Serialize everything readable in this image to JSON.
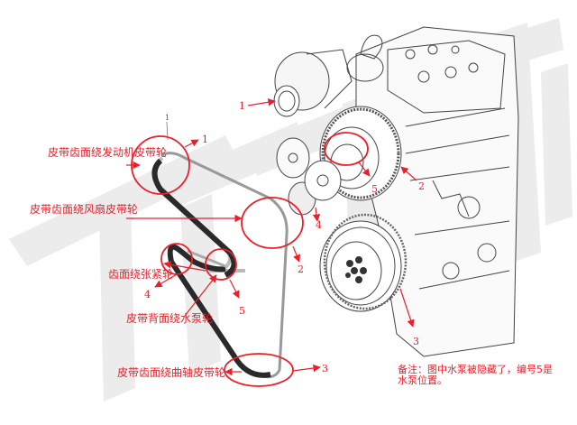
{
  "diagram": {
    "type": "engine-belt-routing",
    "colors": {
      "annotation": "#e8202a",
      "belt_dark": "#2a2a2a",
      "watermark": "#e9e9e9",
      "line_art": "#333333"
    },
    "belt_labels": {
      "alternator": "皮带齿面绕发动机皮带轮",
      "fan": "皮带齿面绕风扇皮带轮",
      "tensioner": "齿面绕张紧轮",
      "water_pump": "皮带背面绕水泵轮",
      "crankshaft": "皮带齿面绕曲轴皮带轮"
    },
    "belt_numbers": {
      "n1_top": "1",
      "n1": "1",
      "n2": "2",
      "n3": "3",
      "n4": "4",
      "n5": "5"
    },
    "engine_numbers": {
      "n1": "1",
      "n2": "2",
      "n3": "3",
      "n4": "4",
      "n5": "5"
    },
    "note": {
      "line1": "备注：图中水泵被隐藏了，编号5是",
      "line2": "水泵位置。"
    }
  }
}
